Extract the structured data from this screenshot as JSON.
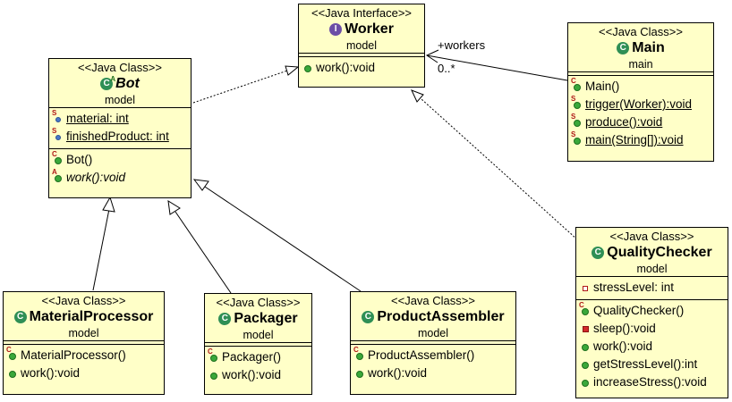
{
  "stereotypes": {
    "java_class": "<<Java Class>>",
    "java_interface": "<<Java Interface>>"
  },
  "classes": {
    "worker": {
      "name": "Worker",
      "package": "model",
      "attributes": [],
      "operations": [
        {
          "text": "work():void",
          "vis": "public"
        }
      ]
    },
    "main": {
      "name": "Main",
      "package": "main",
      "attributes": [],
      "operations": [
        {
          "text": "Main()",
          "vis": "public",
          "mod": "C"
        },
        {
          "text": "trigger(Worker):void",
          "vis": "public",
          "mod": "S"
        },
        {
          "text": "produce():void",
          "vis": "public",
          "mod": "S"
        },
        {
          "text": "main(String[]):void",
          "vis": "public",
          "mod": "S"
        }
      ]
    },
    "bot": {
      "name": "Bot",
      "package": "model",
      "attributes": [
        {
          "text": "material: int",
          "vis": "package",
          "mod": "S"
        },
        {
          "text": "finishedProduct: int",
          "vis": "package",
          "mod": "S"
        }
      ],
      "operations": [
        {
          "text": "Bot()",
          "vis": "public",
          "mod": "C"
        },
        {
          "text": "work():void",
          "vis": "public",
          "mod": "A"
        }
      ]
    },
    "quality_checker": {
      "name": "QualityChecker",
      "package": "model",
      "attributes": [
        {
          "text": "stressLevel: int",
          "vis": "private"
        }
      ],
      "operations": [
        {
          "text": "QualityChecker()",
          "vis": "public",
          "mod": "C"
        },
        {
          "text": "sleep():void",
          "vis": "private"
        },
        {
          "text": "work():void",
          "vis": "public"
        },
        {
          "text": "getStressLevel():int",
          "vis": "public"
        },
        {
          "text": "increaseStress():void",
          "vis": "public"
        }
      ]
    },
    "material_processor": {
      "name": "MaterialProcessor",
      "package": "model",
      "attributes": [],
      "operations": [
        {
          "text": "MaterialProcessor()",
          "vis": "public",
          "mod": "C"
        },
        {
          "text": "work():void",
          "vis": "public"
        }
      ]
    },
    "packager": {
      "name": "Packager",
      "package": "model",
      "attributes": [],
      "operations": [
        {
          "text": "Packager()",
          "vis": "public",
          "mod": "C"
        },
        {
          "text": "work():void",
          "vis": "public"
        }
      ]
    },
    "product_assembler": {
      "name": "ProductAssembler",
      "package": "model",
      "attributes": [],
      "operations": [
        {
          "text": "ProductAssembler()",
          "vis": "public",
          "mod": "C"
        },
        {
          "text": "work():void",
          "vis": "public"
        }
      ]
    }
  },
  "association": {
    "role": "+workers",
    "multiplicity": "0..*"
  }
}
